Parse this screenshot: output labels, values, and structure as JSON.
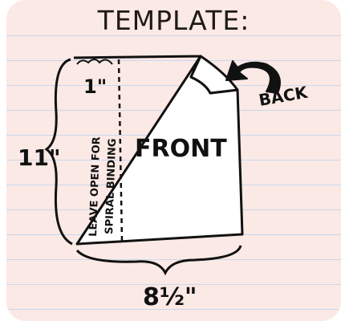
{
  "title": "TEMPLATE:",
  "labels": {
    "front": "FRONT",
    "back": "BACK",
    "height": "11\"",
    "width": "8½\"",
    "margin": "1\"",
    "binding_line_1": "LEAVE OPEN FOR",
    "binding_line_2": "SPIRAL BINDING"
  },
  "colors": {
    "background": "#fbe9e5",
    "rule_lines": "#c9d8ee",
    "ink": "#111111"
  }
}
